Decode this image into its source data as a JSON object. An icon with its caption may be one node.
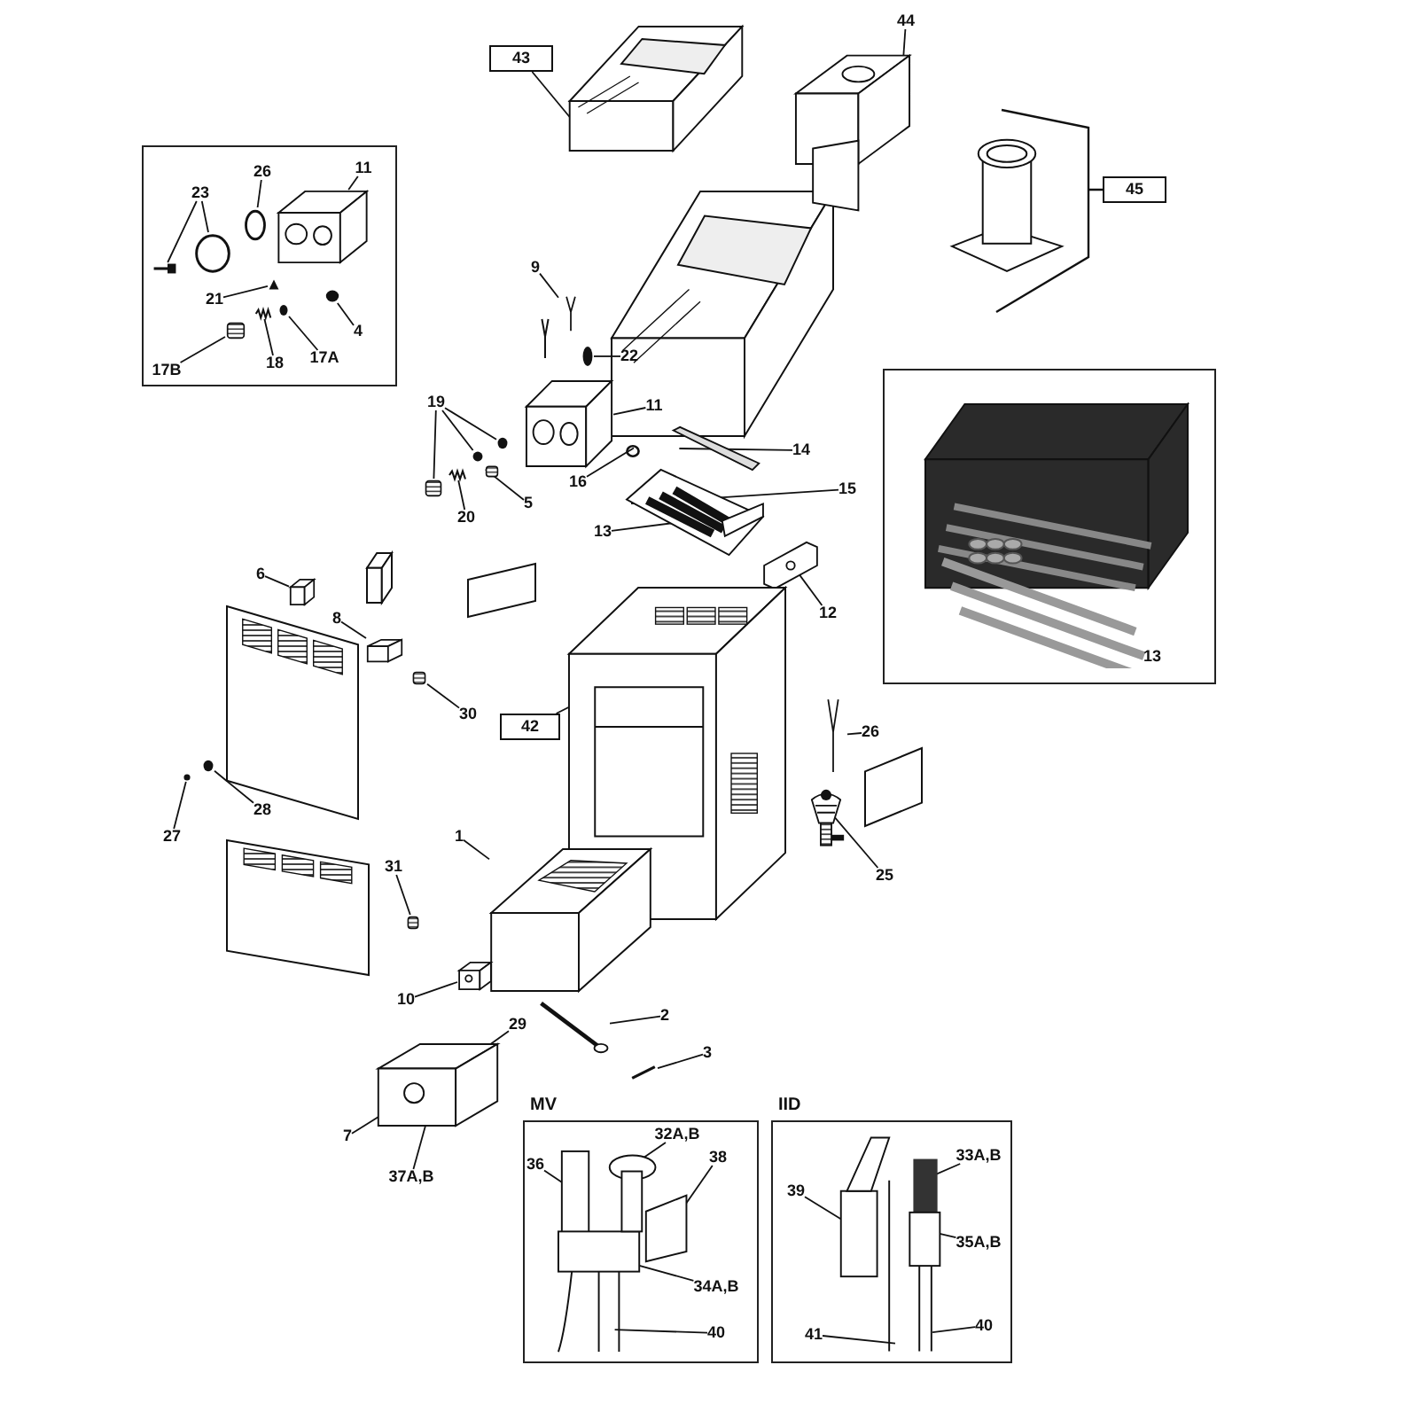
{
  "diagram": {
    "nodes": [
      {
        "text": [],
        "shape": "box"
      },
      {
        "text": [
          "23"
        ],
        "in": 0
      },
      {
        "text": [
          "26"
        ],
        "in": 0
      },
      {
        "text": [
          "11"
        ],
        "in": 0
      },
      {
        "text": [
          "21"
        ],
        "in": 0
      },
      {
        "text": [
          "4"
        ],
        "in": 0
      },
      {
        "text": [
          "17A"
        ],
        "in": 0
      },
      {
        "text": [
          "18"
        ],
        "in": 0
      },
      {
        "text": [
          "17B"
        ],
        "in": 0
      },
      {
        "text": [],
        "shape": "picture",
        "in": 0
      },
      {
        "text": [],
        "shape": "circle",
        "in": 0
      },
      {
        "text": [],
        "shape": "circle",
        "in": 0
      },
      {
        "text": [],
        "shape": "picture",
        "in": 0
      },
      {
        "text": [],
        "shape": "picture",
        "in": 0
      },
      {
        "text": [],
        "shape": "circle",
        "in": 0
      },
      {
        "text": [],
        "shape": "circle",
        "in": 0
      },
      {
        "text": [],
        "shape": "picture",
        "in": 0
      },
      {
        "text": [],
        "shape": "box",
        "in": 0
      },
      {
        "text": [
          "43"
        ]
      },
      {
        "text": [],
        "shape": "picture"
      },
      {
        "text": [
          "44"
        ]
      },
      {
        "text": [],
        "shape": "picture"
      },
      {
        "text": [
          "45"
        ]
      },
      {
        "text": [
          "9"
        ]
      },
      {
        "text": [],
        "shape": "picture"
      },
      {
        "text": [
          "22"
        ]
      },
      {
        "text": [],
        "shape": "circle"
      },
      {
        "text": [
          "11"
        ]
      },
      {
        "text": [],
        "shape": "picture"
      },
      {
        "text": [
          "19"
        ]
      },
      {
        "text": [],
        "shape": "box"
      },
      {
        "text": [],
        "shape": "circle"
      },
      {
        "text": [],
        "shape": "circle"
      },
      {
        "text": [
          "20"
        ]
      },
      {
        "text": [],
        "shape": "picture"
      },
      {
        "text": [
          "5"
        ]
      },
      {
        "text": [],
        "shape": "box"
      },
      {
        "text": [
          "16"
        ]
      },
      {
        "text": [],
        "shape": "circle"
      },
      {
        "text": [
          "14"
        ]
      },
      {
        "text": [],
        "shape": "picture"
      },
      {
        "text": [
          "15"
        ]
      },
      {
        "text": [
          "13"
        ]
      },
      {
        "text": [],
        "shape": "picture"
      },
      {
        "text": [
          "12"
        ]
      },
      {
        "text": [],
        "shape": "picture"
      },
      {
        "text": [
          "6"
        ]
      },
      {
        "text": [],
        "shape": "picture"
      },
      {
        "text": [
          "8"
        ]
      },
      {
        "text": [],
        "shape": "picture"
      },
      {
        "text": [
          "30"
        ]
      },
      {
        "text": [],
        "shape": "box"
      },
      {
        "text": [
          "28"
        ]
      },
      {
        "text": [],
        "shape": "circle"
      },
      {
        "text": [
          "27"
        ]
      },
      {
        "text": [],
        "shape": "circle"
      },
      {
        "text": [
          "42"
        ]
      },
      {
        "text": [],
        "shape": "picture"
      },
      {
        "text": [
          "26"
        ]
      },
      {
        "text": [],
        "shape": "picture"
      },
      {
        "text": [
          "25"
        ]
      },
      {
        "text": [],
        "shape": "picture"
      },
      {
        "text": [
          "1"
        ]
      },
      {
        "text": [],
        "shape": "picture"
      },
      {
        "text": [
          "31"
        ]
      },
      {
        "text": [],
        "shape": "box"
      },
      {
        "text": [
          "10"
        ]
      },
      {
        "text": [],
        "shape": "picture"
      },
      {
        "text": [
          "2"
        ]
      },
      {
        "text": [],
        "shape": "picture"
      },
      {
        "text": [
          "3"
        ]
      },
      {
        "text": [],
        "shape": "picture"
      },
      {
        "text": [
          "29"
        ]
      },
      {
        "text": [],
        "shape": "picture"
      },
      {
        "text": [
          "7"
        ]
      },
      {
        "text": [
          "37A,B"
        ]
      },
      {
        "text": [
          "MV"
        ]
      },
      {
        "text": [
          "32A,B"
        ],
        "in": 76
      },
      {
        "text": [
          "36"
        ],
        "in": 76
      },
      {
        "text": [
          "38"
        ],
        "in": 76
      },
      {
        "text": [
          "34A,B"
        ],
        "in": 76
      },
      {
        "text": [
          "40"
        ],
        "in": 76
      },
      {
        "text": [],
        "shape": "picture",
        "in": 76
      },
      {
        "text": [
          "IID"
        ]
      },
      {
        "text": [
          "33A,B"
        ],
        "in": 83
      },
      {
        "text": [
          "39"
        ],
        "in": 83
      },
      {
        "text": [
          "35A,B"
        ],
        "in": 83
      },
      {
        "text": [
          "41"
        ],
        "in": 83
      },
      {
        "text": [
          "40"
        ],
        "in": 83
      },
      {
        "text": [],
        "shape": "picture",
        "in": 83
      },
      {
        "text": [
          "13"
        ]
      }
    ],
    "edges": [
      {
        "from": 1,
        "to": 9,
        "arrow": "none"
      },
      {
        "from": 1,
        "to": 10,
        "arrow": "none"
      },
      {
        "from": 2,
        "to": 11,
        "arrow": "none"
      },
      {
        "from": 3,
        "to": 12,
        "arrow": "none"
      },
      {
        "from": 4,
        "to": 13,
        "arrow": "none"
      },
      {
        "from": 5,
        "to": 14,
        "arrow": "none"
      },
      {
        "from": 6,
        "to": 15,
        "arrow": "none"
      },
      {
        "from": 7,
        "to": 16,
        "arrow": "none"
      },
      {
        "from": 8,
        "to": 17,
        "arrow": "none"
      },
      {
        "from": 18,
        "to": 19,
        "arrow": "none"
      },
      {
        "from": 20,
        "to": 21,
        "arrow": "none"
      },
      {
        "from": 23,
        "to": 24,
        "arrow": "none"
      },
      {
        "from": 25,
        "to": 26,
        "arrow": "none"
      },
      {
        "from": 27,
        "to": 28,
        "arrow": "none"
      },
      {
        "from": 29,
        "to": 30,
        "arrow": "none"
      },
      {
        "from": 29,
        "to": 31,
        "arrow": "none"
      },
      {
        "from": 29,
        "to": 32,
        "arrow": "none"
      },
      {
        "from": 33,
        "to": 34,
        "arrow": "none"
      },
      {
        "from": 35,
        "to": 36,
        "arrow": "none"
      },
      {
        "from": 37,
        "to": 38,
        "arrow": "none"
      },
      {
        "from": 39,
        "to": 40,
        "arrow": "none"
      },
      {
        "from": 41,
        "to": 43,
        "arrow": "none"
      },
      {
        "from": 42,
        "to": 43,
        "arrow": "none"
      },
      {
        "from": 44,
        "to": 45,
        "arrow": "none"
      },
      {
        "from": 46,
        "to": 47,
        "arrow": "none"
      },
      {
        "from": 48,
        "to": 49,
        "arrow": "none"
      },
      {
        "from": 50,
        "to": 51,
        "arrow": "none"
      },
      {
        "from": 52,
        "to": 53,
        "arrow": "none"
      },
      {
        "from": 54,
        "to": 55,
        "arrow": "none"
      },
      {
        "from": 56,
        "to": 57,
        "arrow": "none"
      },
      {
        "from": 58,
        "to": 59,
        "arrow": "none"
      },
      {
        "from": 60,
        "to": 61,
        "arrow": "none"
      },
      {
        "from": 62,
        "to": 63,
        "arrow": "none"
      },
      {
        "from": 64,
        "to": 65,
        "arrow": "none"
      },
      {
        "from": 66,
        "to": 67,
        "arrow": "none"
      },
      {
        "from": 68,
        "to": 69,
        "arrow": "none"
      },
      {
        "from": 70,
        "to": 71,
        "arrow": "none"
      },
      {
        "from": 72,
        "to": 73,
        "arrow": "none"
      },
      {
        "from": 74,
        "to": 73,
        "arrow": "none"
      },
      {
        "from": 75,
        "to": 73,
        "arrow": "none"
      },
      {
        "from": 77,
        "to": 82,
        "arrow": "none"
      },
      {
        "from": 78,
        "to": 82,
        "arrow": "none"
      },
      {
        "from": 79,
        "to": 82,
        "arrow": "none"
      },
      {
        "from": 80,
        "to": 82,
        "arrow": "none"
      },
      {
        "from": 81,
        "to": 82,
        "arrow": "none"
      },
      {
        "from": 84,
        "to": 89,
        "arrow": "none"
      },
      {
        "from": 85,
        "to": 89,
        "arrow": "none"
      },
      {
        "from": 86,
        "to": 89,
        "arrow": "none"
      },
      {
        "from": 87,
        "to": 89,
        "arrow": "none"
      },
      {
        "from": 88,
        "to": 89,
        "arrow": "none"
      }
    ]
  }
}
